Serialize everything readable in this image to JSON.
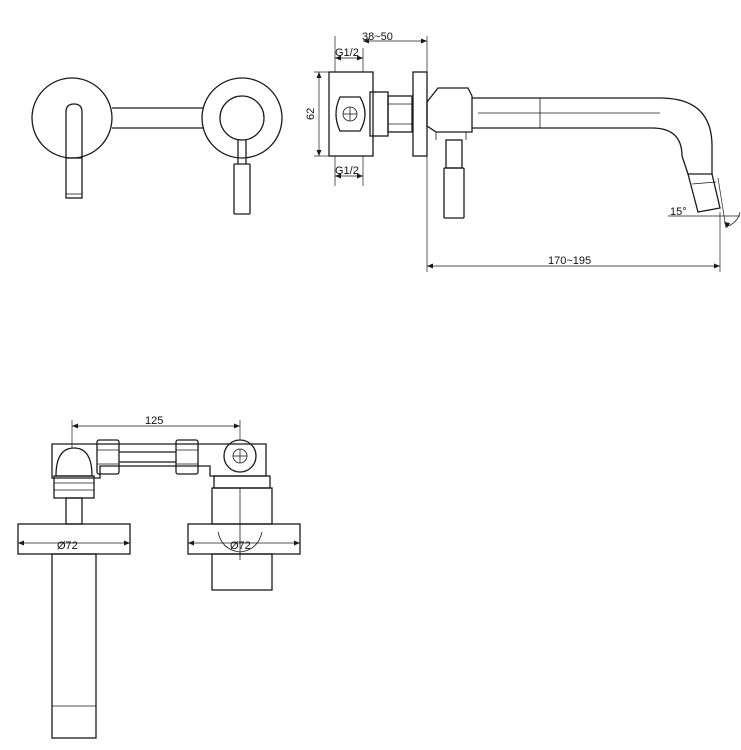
{
  "labels": {
    "dim_wall_depth": "38~50",
    "dim_thread_top": "G1/2",
    "dim_thread_bottom": "G1/2",
    "dim_height": "62",
    "dim_spout_angle": "15°",
    "dim_spout_reach": "170~195",
    "dim_centers": "125",
    "dim_plate_left": "Ø72",
    "dim_plate_right": "Ø72"
  }
}
